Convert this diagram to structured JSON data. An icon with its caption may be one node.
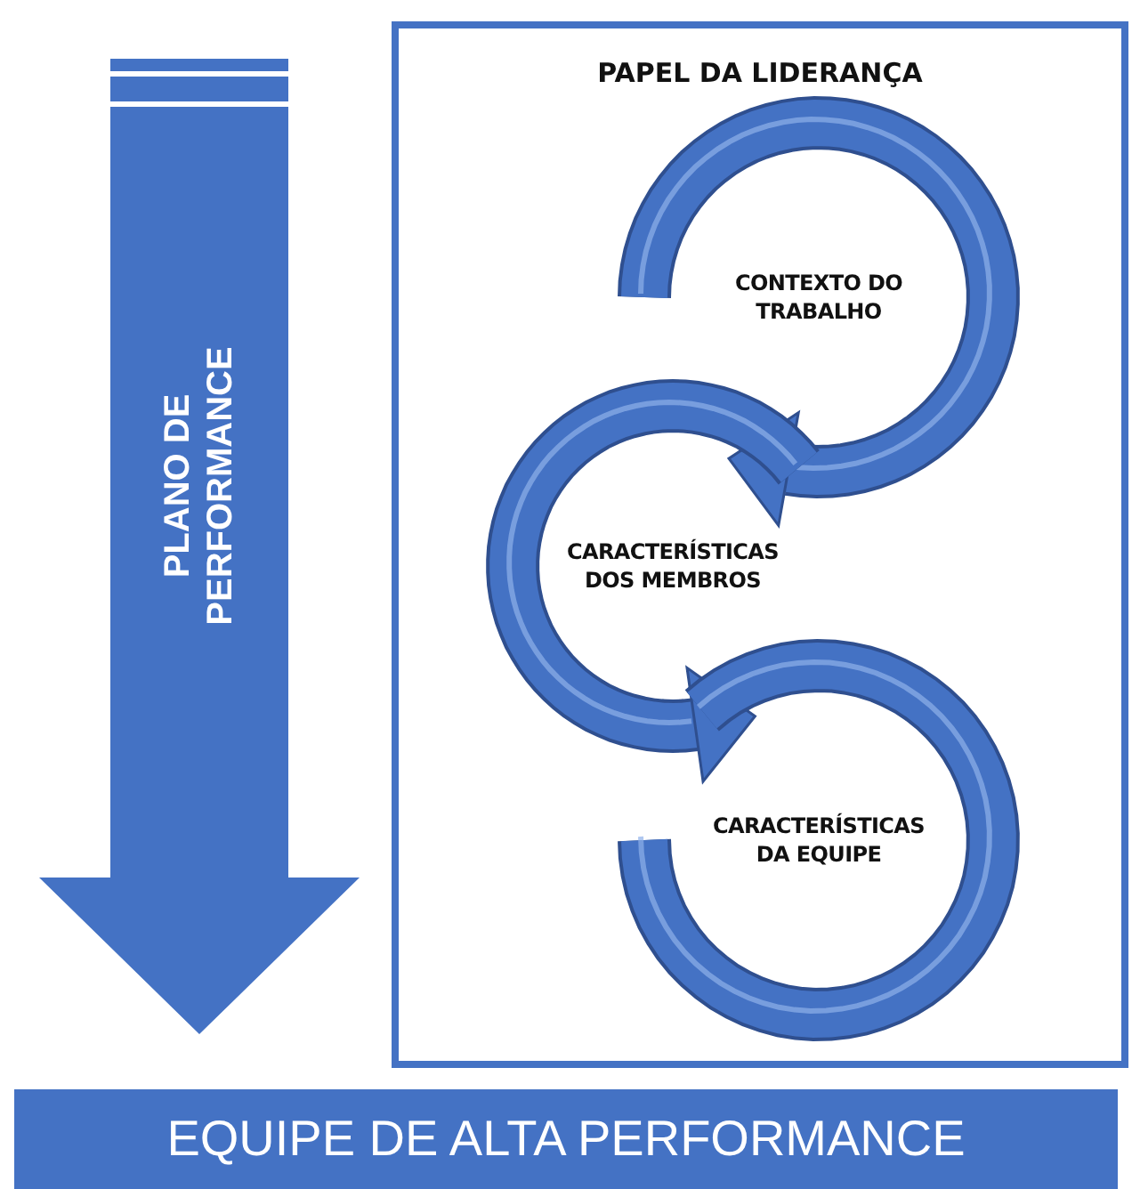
{
  "diagram": {
    "nodes": [
      {
        "text": [
          "PLANO DE PERFORMANCE"
        ]
      },
      {
        "text": [
          "PAPEL DA LIDERANÇA"
        ]
      },
      {
        "text": [
          "CONTEXTO DO TRABALHO"
        ],
        "in": 1
      },
      {
        "text": [
          "CARACTERÍSTICAS DOS MEMBROS"
        ],
        "in": 1
      },
      {
        "text": [
          "CARACTERÍSTICAS DA EQUIPE"
        ],
        "in": 1
      },
      {
        "text": [
          "EQUIPE DE ALTA PERFORMANCE"
        ]
      }
    ]
  }
}
